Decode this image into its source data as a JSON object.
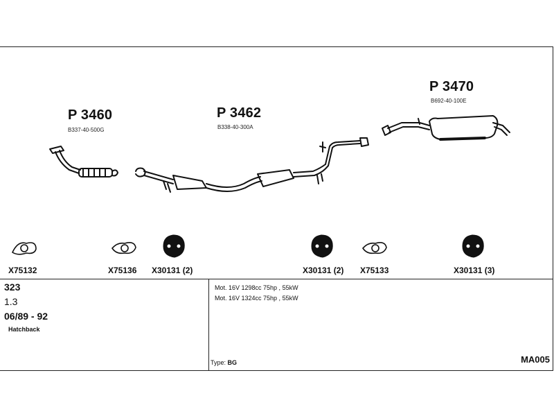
{
  "parts": {
    "front": {
      "code": "P 3460",
      "number": "B337-40-500G"
    },
    "middle": {
      "code": "P 3462",
      "number": "B338-40-300A"
    },
    "rear": {
      "code": "P 3470",
      "number": "B692-40-100E"
    }
  },
  "fittings": [
    {
      "code": "X75132",
      "icon": "gasket-icon"
    },
    {
      "code": "X75136",
      "icon": "gasket-icon"
    },
    {
      "code": "X30131 (2)",
      "icon": "rubber-mount-icon"
    },
    {
      "code": "X30131 (2)",
      "icon": "rubber-mount-icon"
    },
    {
      "code": "X75133",
      "icon": "gasket-icon"
    },
    {
      "code": "X30131 (3)",
      "icon": "rubber-mount-icon"
    }
  ],
  "vehicle": {
    "model": "323",
    "engine_size": "1.3",
    "years": "06/89 - 92",
    "body": "Hatchback"
  },
  "engines": [
    "Mot. 16V 1298cc 75hp , 55kW",
    "Mot. 16V 1324cc 75hp , 55kW"
  ],
  "type": {
    "label": "Type:",
    "value": "BG"
  },
  "diagram_code": "MA005"
}
